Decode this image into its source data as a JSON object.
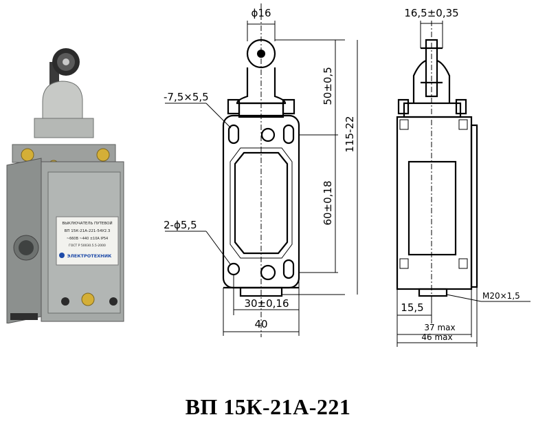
{
  "product": {
    "model_title": "ВП 15К-21А-221",
    "label": {
      "line1": "ВЫКЛЮЧАТЕЛЬ ПУТЕВОЙ",
      "line2": "ВП 15К-21А-221-54У2.3",
      "line3": "~660В   ~440   ±10А   IP54",
      "line4": "ГОСТ Р 50030.5.5-2000",
      "brand": "ЭЛЕКТРОТЕХНИК"
    }
  },
  "front_view": {
    "dim_top_diameter": "ϕ16",
    "dim_slots": "-7,5×5,5",
    "dim_holes": "2-ϕ5,5",
    "dim_upper_height": "50±0,5",
    "dim_lower_height": "60±0,18",
    "dim_total_height": "115-22",
    "dim_hole_spacing": "30±0,16",
    "dim_width": "40"
  },
  "side_view": {
    "dim_top_width": "16,5±0,35",
    "dim_thread": "M20×1,5",
    "dim_offset": "15,5",
    "dim_depth_inner": "37 max",
    "dim_depth_total": "46 max"
  },
  "colors": {
    "body_gray": "#8f9391",
    "body_light": "#b8bcba",
    "roller_dark": "#2b2b2b",
    "label_bg": "#f2f2ee",
    "brand_blue": "#1d4aa8"
  }
}
